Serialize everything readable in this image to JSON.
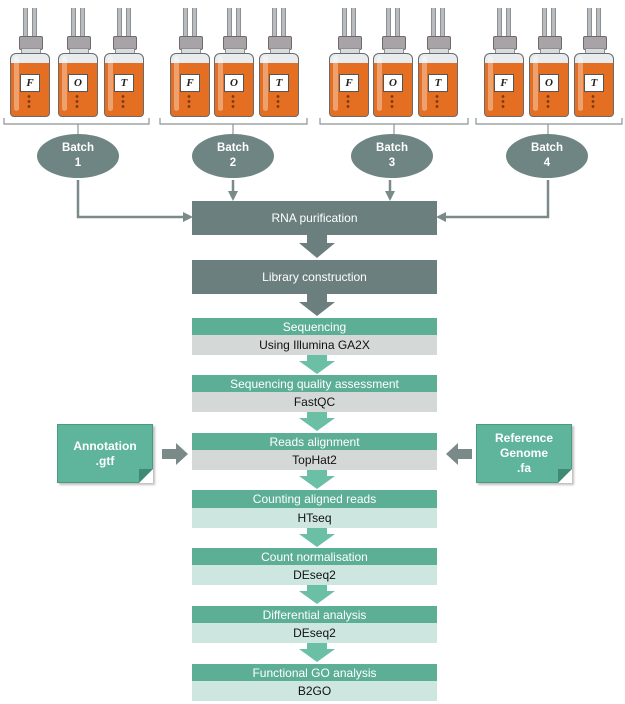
{
  "bottles": {
    "labels": [
      "F",
      "O",
      "T"
    ]
  },
  "batches": [
    {
      "line1": "Batch",
      "line2": "1"
    },
    {
      "line1": "Batch",
      "line2": "2"
    },
    {
      "line1": "Batch",
      "line2": "3"
    },
    {
      "line1": "Batch",
      "line2": "4"
    }
  ],
  "steps": {
    "rna_purification": "RNA purification",
    "library_construction": "Library construction",
    "sequencing": {
      "title": "Sequencing",
      "tool": "Using Illumina GA2X"
    },
    "quality": {
      "title": "Sequencing quality assessment",
      "tool": "FastQC"
    },
    "alignment": {
      "title": "Reads alignment",
      "tool": "TopHat2"
    },
    "counting": {
      "title": "Counting aligned reads",
      "tool": "HTseq"
    },
    "normalisation": {
      "title": "Count normalisation",
      "tool": "DEseq2"
    },
    "differential": {
      "title": "Differential analysis",
      "tool": "DEseq2"
    },
    "functional": {
      "title": "Functional GO analysis",
      "tool": "B2GO"
    }
  },
  "inputs": {
    "annotation": {
      "line1": "Annotation",
      "line2": ".gtf"
    },
    "reference": {
      "line1": "Reference",
      "line2": "Genome",
      "line3": ".fa"
    }
  },
  "colors": {
    "flask_liquid": "#e46f23",
    "batch_ellipse": "#6e8584",
    "dark_step": "#6b7f7e",
    "teal_step": "#5cae95",
    "tool_grey": "#d4d9d8",
    "tool_green": "#cde6df",
    "arrow_grey": "#7a8a89",
    "arrow_teal": "#6bbfa5"
  }
}
